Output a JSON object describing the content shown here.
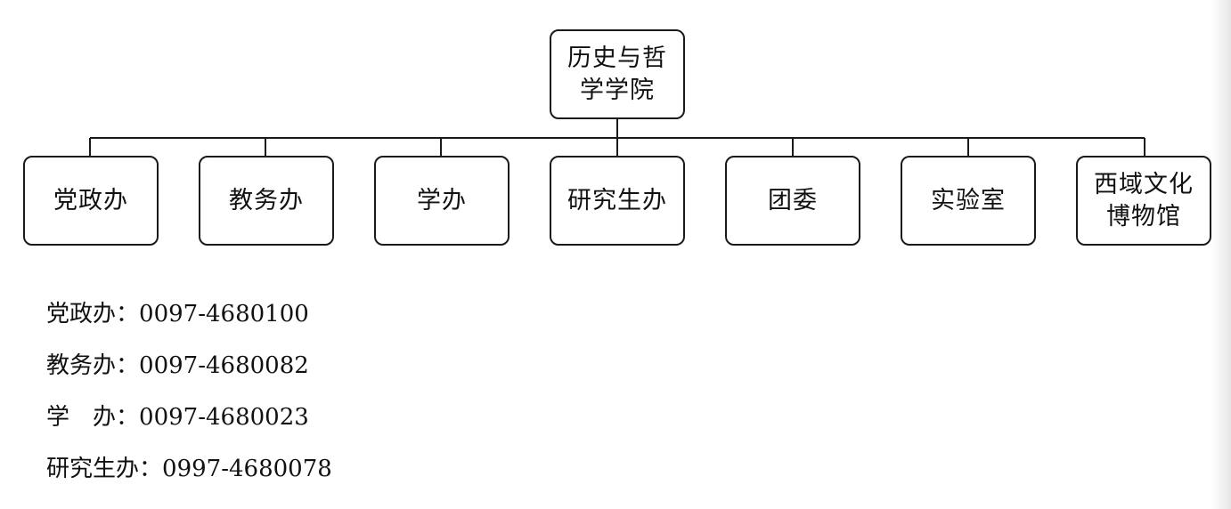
{
  "org_chart": {
    "root": {
      "label": "历史与哲学学院"
    },
    "departments": [
      {
        "label": "党政办"
      },
      {
        "label": "教务办"
      },
      {
        "label": "学办"
      },
      {
        "label": "研究生办"
      },
      {
        "label": "团委"
      },
      {
        "label": "实验室"
      },
      {
        "label": "西域文化博物馆"
      }
    ]
  },
  "contacts": [
    {
      "label": "党政办",
      "separator": "：",
      "phone": "0097-4680100"
    },
    {
      "label": "教务办",
      "separator": "：",
      "phone": "0097-4680082"
    },
    {
      "label": "学　办",
      "separator": "：",
      "phone": "0097-4680023"
    },
    {
      "label": "研究生办",
      "separator": "：",
      "phone": "0997-4680078"
    }
  ],
  "colors": {
    "line": "#1a1a1a",
    "box_border": "#1a1a1a",
    "background": "#ffffff"
  }
}
